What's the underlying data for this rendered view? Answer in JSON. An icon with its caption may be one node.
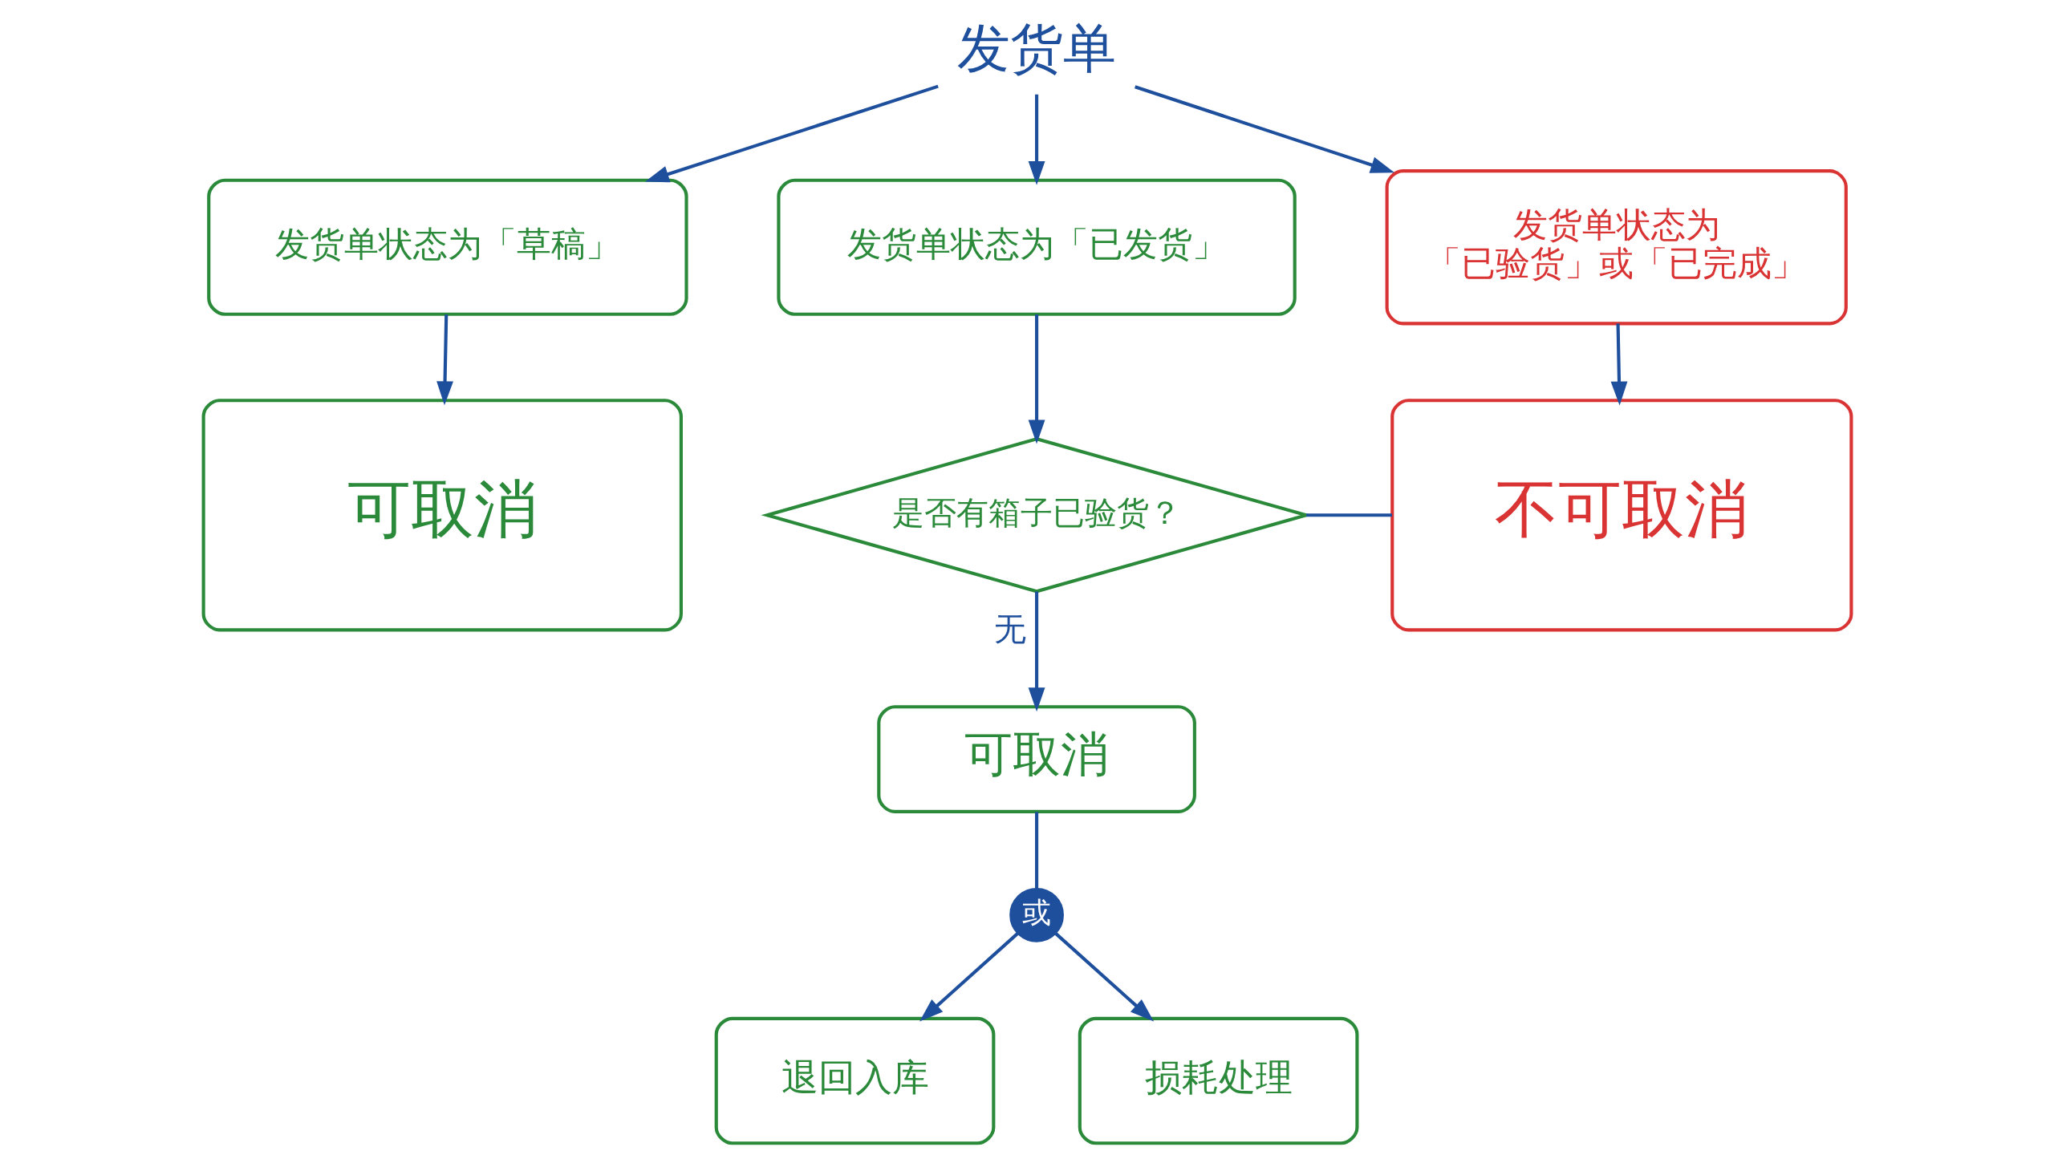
{
  "diagram": {
    "nodes": [
      {
        "text": [
          "发货单"
        ]
      },
      {
        "text": [
          "发货单状态为「草稿」"
        ]
      },
      {
        "text": [
          "发货单状态为「已发货」"
        ]
      },
      {
        "text": [
          "发货单状态为「已验货」或「已完成」"
        ]
      },
      {
        "text": [
          "可取消"
        ]
      },
      {
        "text": [
          "是否有箱子已验货？"
        ]
      },
      {
        "text": [
          "不可取消"
        ]
      },
      {
        "text": [
          "可取消"
        ]
      },
      {
        "text": [
          "或"
        ]
      },
      {
        "text": [
          "退回入库"
        ]
      },
      {
        "text": [
          "损耗处理"
        ]
      }
    ],
    "edges": [
      {
        "from": 0,
        "to": 1,
        "arrow": "to"
      },
      {
        "from": 0,
        "to": 2,
        "arrow": "to"
      },
      {
        "from": 0,
        "to": 3,
        "arrow": "to"
      },
      {
        "from": 1,
        "to": 4,
        "arrow": "to"
      },
      {
        "from": 2,
        "to": 5,
        "arrow": "to"
      },
      {
        "from": 3,
        "to": 6,
        "arrow": "to"
      },
      {
        "from": 5,
        "to": 7,
        "arrow": "to",
        "label": "无"
      },
      {
        "from": 5,
        "to": 6,
        "arrow": "none"
      },
      {
        "from": 7,
        "to": 8,
        "arrow": "none"
      },
      {
        "from": 8,
        "to": 9,
        "arrow": "to"
      },
      {
        "from": 8,
        "to": 10,
        "arrow": "to"
      }
    ]
  }
}
